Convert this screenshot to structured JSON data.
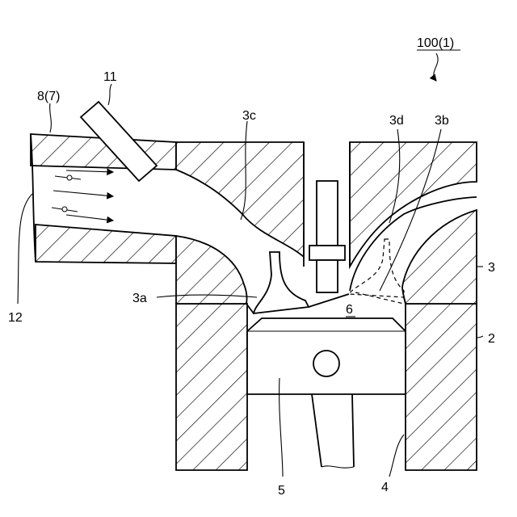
{
  "labels": {
    "assembly": "100(1)",
    "intake_system": "8(7)",
    "injector": "11",
    "airflow": "12",
    "intake_port": "3c",
    "exhaust_port": "3d",
    "exhaust_valve_seat": "3b",
    "intake_valve_seat": "3a",
    "cylinder_head": "3",
    "cylinder_block": "2",
    "combustion_chamber": "6",
    "piston": "5",
    "connecting_rod": "4"
  }
}
